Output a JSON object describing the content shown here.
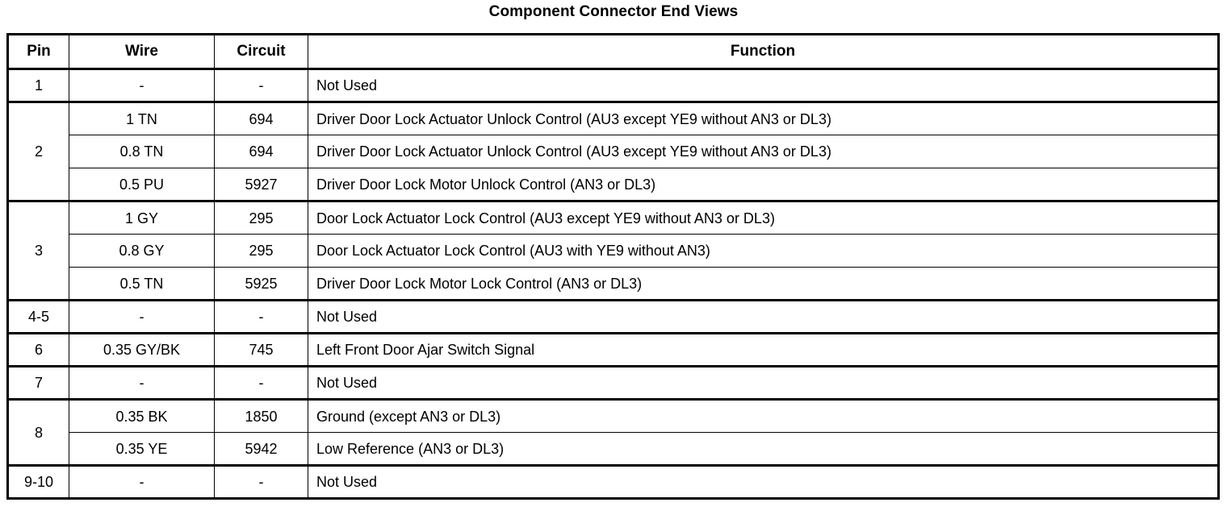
{
  "document": {
    "title": "Component Connector End Views"
  },
  "table": {
    "columns": [
      {
        "key": "pin",
        "label": "Pin"
      },
      {
        "key": "wire",
        "label": "Wire"
      },
      {
        "key": "circuit",
        "label": "Circuit"
      },
      {
        "key": "function",
        "label": "Function"
      }
    ],
    "groups": [
      {
        "pin": "1",
        "rows": [
          {
            "wire": "-",
            "circuit": "-",
            "function": "Not Used"
          }
        ]
      },
      {
        "pin": "2",
        "rows": [
          {
            "wire": "1 TN",
            "circuit": "694",
            "function": "Driver Door Lock Actuator Unlock Control (AU3 except YE9 without AN3 or DL3)"
          },
          {
            "wire": "0.8 TN",
            "circuit": "694",
            "function": "Driver Door Lock Actuator Unlock Control (AU3 except YE9 without AN3 or DL3)"
          },
          {
            "wire": "0.5 PU",
            "circuit": "5927",
            "function": "Driver Door Lock Motor Unlock Control (AN3 or DL3)"
          }
        ]
      },
      {
        "pin": "3",
        "rows": [
          {
            "wire": "1 GY",
            "circuit": "295",
            "function": "Door Lock Actuator Lock Control (AU3 except YE9 without AN3 or DL3)"
          },
          {
            "wire": "0.8 GY",
            "circuit": "295",
            "function": "Door Lock Actuator Lock Control (AU3 with YE9 without AN3)"
          },
          {
            "wire": "0.5 TN",
            "circuit": "5925",
            "function": "Driver Door Lock Motor Lock Control (AN3 or DL3)"
          }
        ]
      },
      {
        "pin": "4-5",
        "rows": [
          {
            "wire": "-",
            "circuit": "-",
            "function": "Not Used"
          }
        ]
      },
      {
        "pin": "6",
        "rows": [
          {
            "wire": "0.35 GY/BK",
            "circuit": "745",
            "function": "Left Front Door Ajar Switch Signal"
          }
        ]
      },
      {
        "pin": "7",
        "rows": [
          {
            "wire": "-",
            "circuit": "-",
            "function": "Not Used"
          }
        ]
      },
      {
        "pin": "8",
        "rows": [
          {
            "wire": "0.35 BK",
            "circuit": "1850",
            "function": "Ground (except AN3 or DL3)"
          },
          {
            "wire": "0.35 YE",
            "circuit": "5942",
            "function": "Low Reference (AN3 or DL3)"
          }
        ]
      },
      {
        "pin": "9-10",
        "rows": [
          {
            "wire": "-",
            "circuit": "-",
            "function": "Not Used"
          }
        ]
      }
    ]
  },
  "colors": {
    "ink": "#000000",
    "paper": "#ffffff"
  }
}
